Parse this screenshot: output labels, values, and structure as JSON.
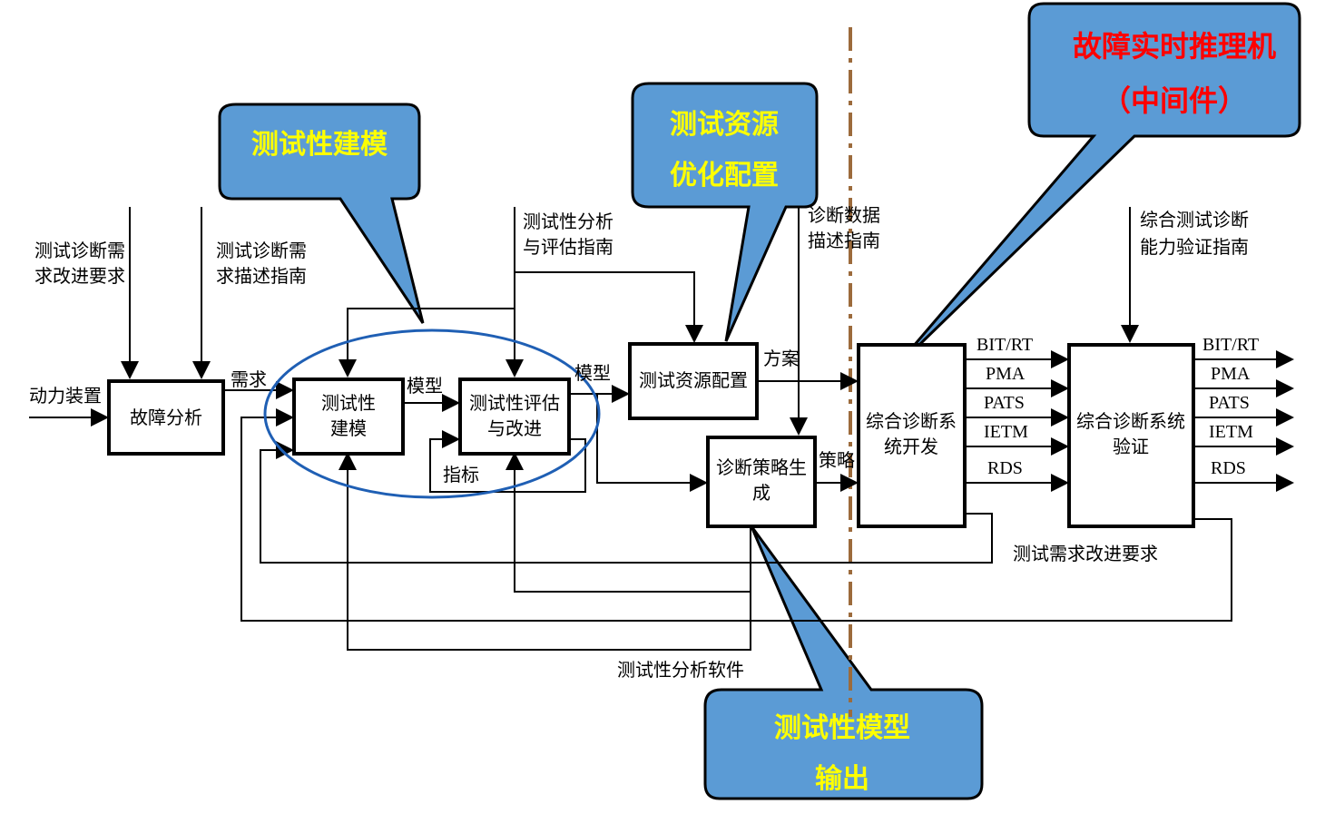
{
  "inputs": {
    "power_device": "动力装置",
    "req1_line1": "测试诊断需",
    "req1_line2": "求改进要求",
    "req2_line1": "测试诊断需",
    "req2_line2": "求描述指南",
    "analysis_guide_line1": "测试性分析",
    "analysis_guide_line2": "与评估指南",
    "diag_data_line1": "诊断数据",
    "diag_data_line2": "描述指南",
    "verify_guide_line1": "综合测试诊断",
    "verify_guide_line2": "能力验证指南"
  },
  "boxes": {
    "fault_analysis": "故障分析",
    "modeling_line1": "测试性",
    "modeling_line2": "建模",
    "evaluation_line1": "测试性评估",
    "evaluation_line2": "与改进",
    "resource_config": "测试资源配置",
    "strategy_line1": "诊断策略生",
    "strategy_line2": "成",
    "dev_line1": "综合诊断系",
    "dev_line2": "统开发",
    "verify_line1": "综合诊断系统",
    "verify_line2": "验证"
  },
  "flows": {
    "demand": "需求",
    "model1": "模型",
    "model2": "模型",
    "metric": "指标",
    "plan": "方案",
    "strategy": "策略",
    "improve_req": "测试需求改进要求",
    "software": "测试性分析软件"
  },
  "outputs": [
    "BIT/RT",
    "PMA",
    "PATS",
    "IETM",
    "RDS"
  ],
  "callouts": {
    "modeling": "测试性建模",
    "resource_line1": "测试资源",
    "resource_line2": "优化配置",
    "engine_line1": "故障实时推理机",
    "engine_line2": "（中间件）",
    "output_line1": "测试性模型",
    "output_line2": "输出"
  },
  "colors": {
    "callout_fill": "#5b9bd5",
    "callout_text": "#ffff00",
    "engine_text": "#ff0000",
    "ellipse": "#1f5fb4",
    "divider": "#9c6b3c"
  }
}
